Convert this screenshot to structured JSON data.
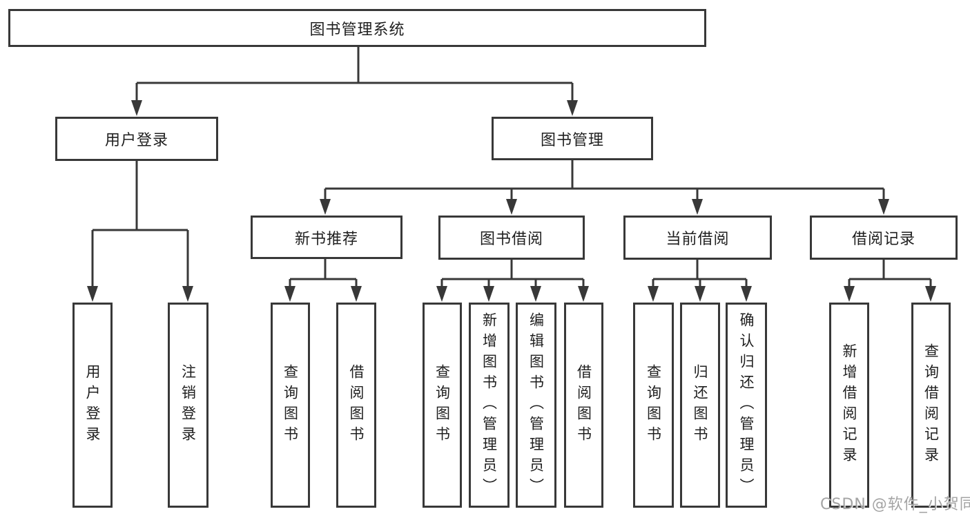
{
  "tree": {
    "root": "图书管理系统",
    "branches": [
      {
        "label": "用户登录",
        "leaves": [
          "用户登录",
          "注销登录"
        ]
      },
      {
        "label": "图书管理",
        "sections": [
          {
            "label": "新书推荐",
            "leaves": [
              "查询图书",
              "借阅图书"
            ]
          },
          {
            "label": "图书借阅",
            "leaves": [
              "查询图书",
              "新增图书（管理员）",
              "编辑图书（管理员）",
              "借阅图书"
            ]
          },
          {
            "label": "当前借阅",
            "leaves": [
              "查询图书",
              "归还图书",
              "确认归还（管理员）"
            ]
          },
          {
            "label": "借阅记录",
            "leaves": [
              "新增借阅记录",
              "查询借阅记录"
            ]
          }
        ]
      }
    ]
  },
  "watermark": "CSDN @软件_小贺同学",
  "colors": {
    "line": "#383838",
    "text": "#1f1f1f",
    "background": "#ffffff",
    "watermark": "#949494"
  }
}
